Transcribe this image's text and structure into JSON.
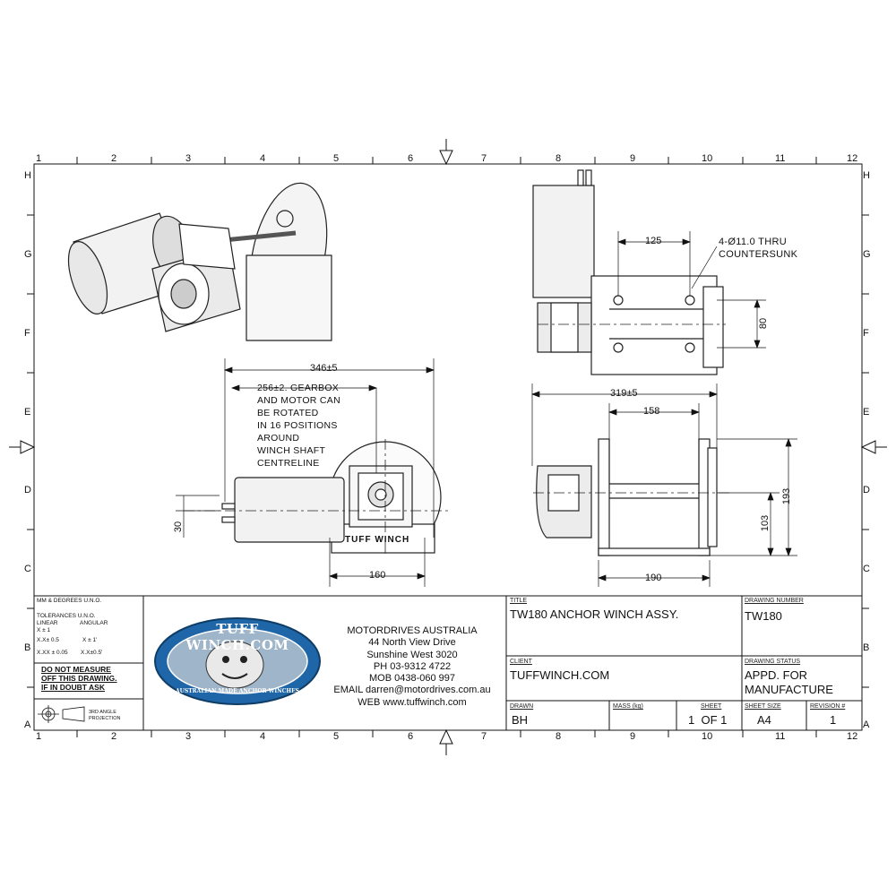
{
  "grid": {
    "columns": [
      "1",
      "2",
      "3",
      "4",
      "5",
      "6",
      "7",
      "8",
      "9",
      "10",
      "11",
      "12"
    ],
    "rows": [
      "H",
      "G",
      "F",
      "E",
      "D",
      "C",
      "B",
      "A"
    ]
  },
  "annotations": {
    "overall_length": "346±5",
    "rotation_note": [
      "256±2. GEARBOX",
      "AND MOTOR CAN",
      "BE ROTATED",
      "IN 16 POSITIONS",
      "AROUND",
      "WINCH SHAFT",
      "CENTRELINE"
    ],
    "offset_30": "30",
    "base_160": "160",
    "hole_spacing_125": "125",
    "hole_callout": [
      "4-Ø11.0 THRU",
      "COUNTERSUNK"
    ],
    "hole_spacing_80": "80",
    "width_319": "319±5",
    "drum_158": "158",
    "height_193": "193",
    "height_103": "103",
    "base_190": "190",
    "brand_on_plate": "TUFF WINCH"
  },
  "title_block": {
    "units": "MM & DEGREES U.N.O.",
    "tolerances_title": "TOLERANCES U.N.O.",
    "linear_heading": "LINEAR",
    "angular_heading": "ANGULAR",
    "tol_x": "X ± 1",
    "tol_xx": "X.X± 0.5",
    "tol_xxx": "X.XX ± 0.05",
    "tol_ang1": "X ± 1'",
    "tol_ang2": "X.X±0.5'",
    "warning": [
      "DO NOT MEASURE",
      "OFF THIS DRAWING.",
      "IF IN DOUBT ASK"
    ],
    "projection": [
      "3RD ANGLE",
      "PROJECTION"
    ],
    "logo_top": "TUFF WINCH.COM",
    "logo_bottom": "AUSTRALIAN MADE ANCHOR WINCHES",
    "company": [
      "MOTORDRIVES AUSTRALIA",
      "44 North View Drive",
      "Sunshine West 3020",
      "PH 03-9312 4722",
      "MOB 0438-060 997",
      "EMAIL darren@motordrives.com.au",
      "WEB www.tuffwinch.com"
    ],
    "title_label": "TITLE",
    "title": "TW180 ANCHOR WINCH ASSY.",
    "drawing_number_label": "DRAWING NUMBER",
    "drawing_number": "TW180",
    "client_label": "CLIENT",
    "client": "TUFFWINCH.COM",
    "status_label": "DRAWING STATUS",
    "status": [
      "APPD. FOR",
      "MANUFACTURE"
    ],
    "drawn_label": "DRAWN",
    "drawn": "BH",
    "mass_label": "MASS (kg)",
    "mass": "",
    "sheet_label": "SHEET",
    "sheet": "1  OF 1",
    "size_label": "SHEET SIZE",
    "size": "A4",
    "revision_label": "REVISION #",
    "revision": "1"
  }
}
